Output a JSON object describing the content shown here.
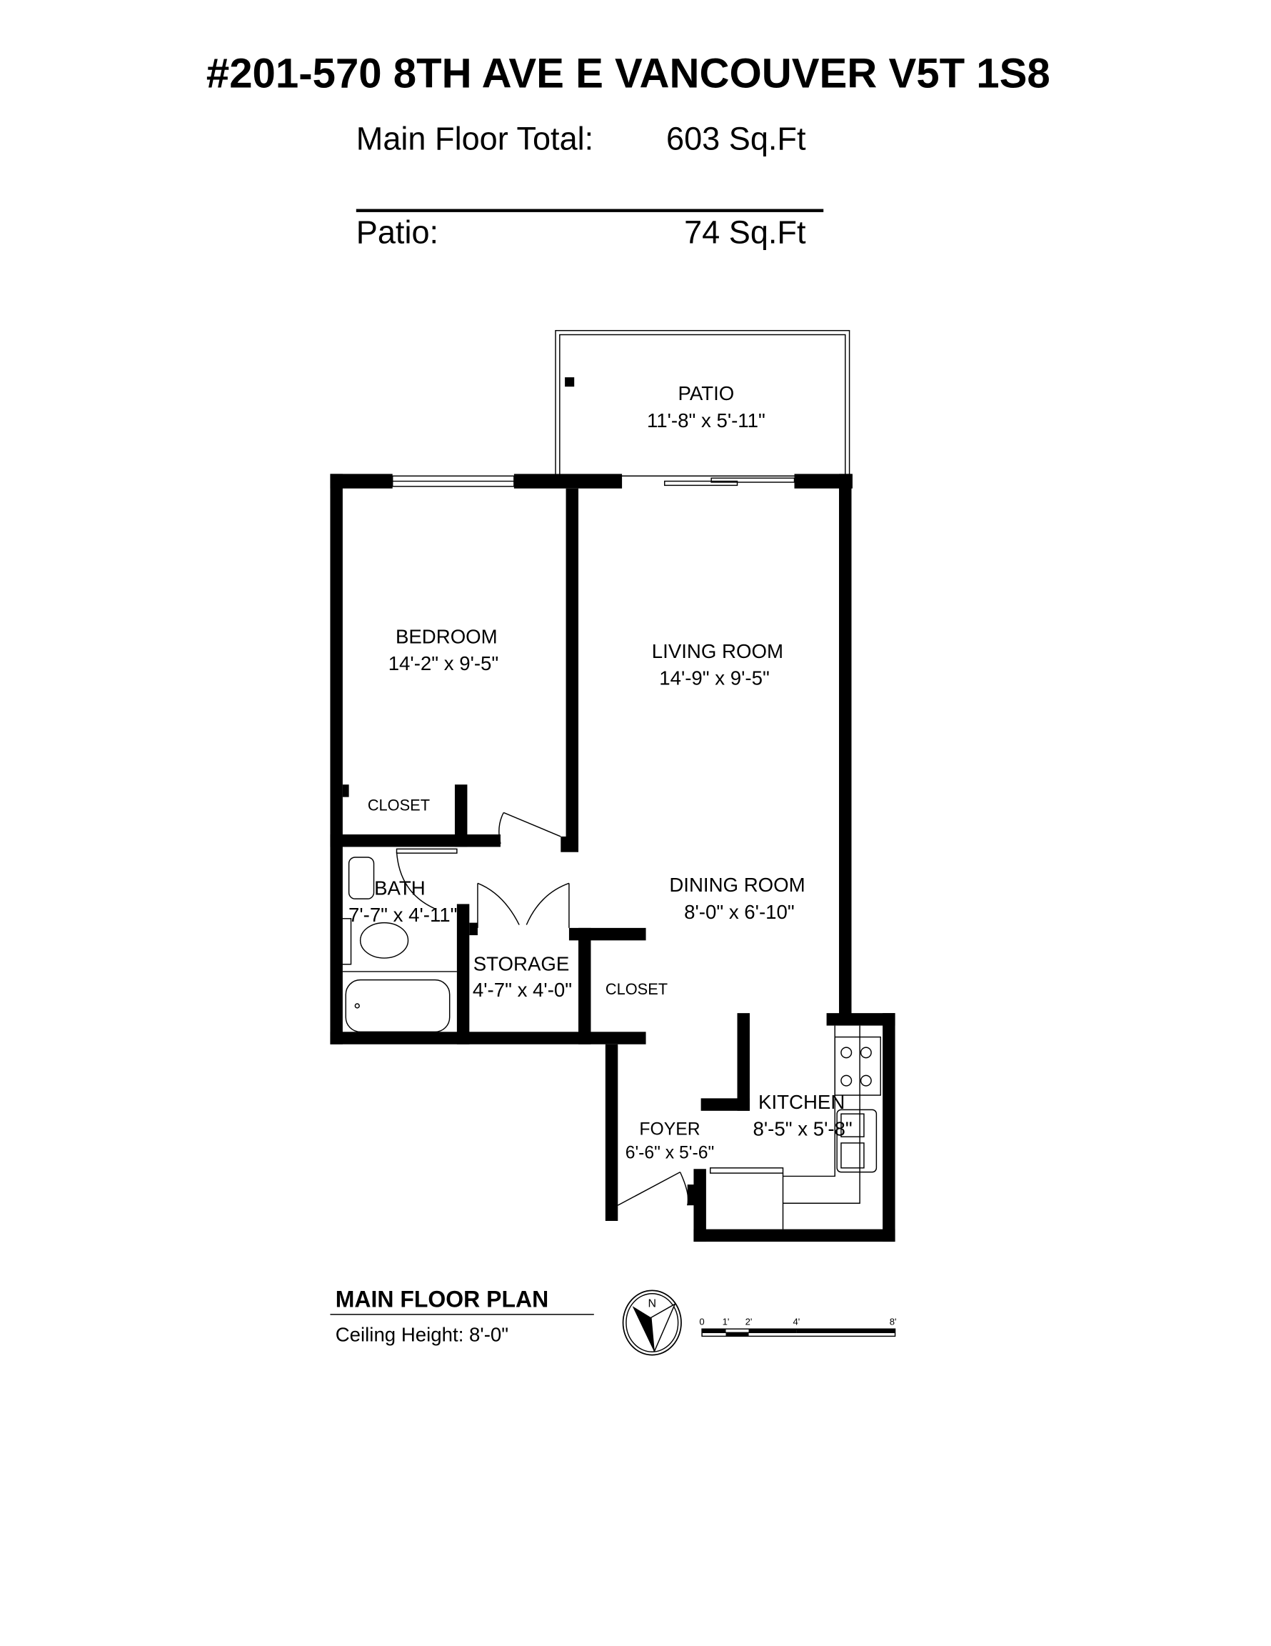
{
  "header": {
    "title": "#201-570 8TH AVE E VANCOUVER V5T 1S8",
    "main_floor_label": "Main Floor Total:",
    "main_floor_value": "603 Sq.Ft",
    "patio_label": "Patio:",
    "patio_value": "74 Sq.Ft"
  },
  "rooms": [
    {
      "name": "PATIO",
      "dims": "11'-8\" x 5'-11\""
    },
    {
      "name": "BEDROOM",
      "dims": "14'-2\" x 9'-5\""
    },
    {
      "name": "LIVING ROOM",
      "dims": "14'-9\" x 9'-5\""
    },
    {
      "name": "CLOSET"
    },
    {
      "name": "BATH",
      "dims": "7'-7\" x 4'-11\""
    },
    {
      "name": "DINING ROOM",
      "dims": "8'-0\" x 6'-10\""
    },
    {
      "name": "STORAGE",
      "dims": "4'-7\" x 4'-0\""
    },
    {
      "name": "CLOSET"
    },
    {
      "name": "KITCHEN",
      "dims": "8'-5\" x 5'-8\""
    },
    {
      "name": "FOYER",
      "dims": "6'-6\" x 5'-6\""
    }
  ],
  "legend": {
    "plan_title": "MAIN FLOOR PLAN",
    "ceiling": "Ceiling Height: 8'-0\"",
    "compass_letter": "N",
    "scale_ticks": [
      "0",
      "1'",
      "2'",
      "4'",
      "8'"
    ]
  }
}
